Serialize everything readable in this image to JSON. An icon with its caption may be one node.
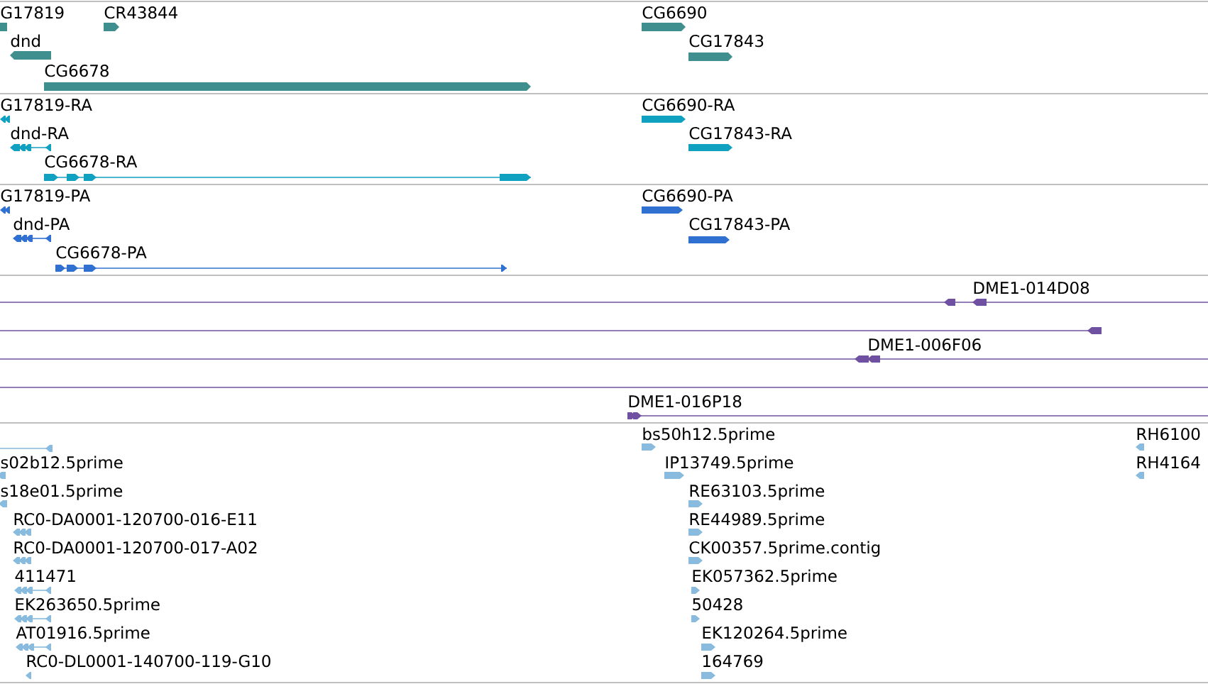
{
  "diagram": {
    "labels": [
      "G17819",
      "CR43844",
      "CG6690",
      "dnd",
      "CG17843",
      "CG6678",
      "G17819-RA",
      "CG6690-RA",
      "dnd-RA",
      "CG17843-RA",
      "CG6678-RA",
      "G17819-PA",
      "CG6690-PA",
      "dnd-PA",
      "CG17843-PA",
      "CG6678-PA",
      "DME1-014D08",
      "DME1-006F06",
      "DME1-016P18",
      "bs50h12.5prime",
      "RH6100",
      "s02b12.5prime",
      "IP13749.5prime",
      "RH4164",
      "s18e01.5prime",
      "RE63103.5prime",
      "RC0-DA0001-120700-016-E11",
      "RE44989.5prime",
      "RC0-DA0001-120700-017-A02",
      "CK00357.5prime.contig",
      "411471",
      "EK057362.5prime",
      "EK263650.5prime",
      "50428",
      "AT01916.5prime",
      "EK120264.5prime",
      "RC0-DL0001-140700-119-G10",
      "164769"
    ]
  }
}
